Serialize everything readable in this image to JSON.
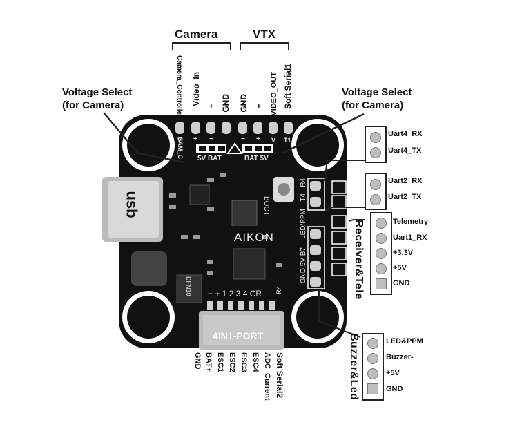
{
  "top_groups": {
    "camera": "Camera",
    "vtx": "VTX"
  },
  "camera_pins": [
    "Camera_Controller",
    "Video_In",
    "+",
    "GND"
  ],
  "vtx_pins": [
    "GND",
    "+",
    "VIDEO_OUT",
    "Soft Serial1"
  ],
  "voltage_select_left": [
    "Voltage Select",
    "(for Camera)"
  ],
  "voltage_select_right": [
    "Voltage Select",
    "(for Camera)"
  ],
  "board": {
    "name": "AIKON",
    "usb": "usb",
    "boot": "BOOT",
    "dfn": "DFN10",
    "port": "4IN1-PORT",
    "cam_c": "CAM_C",
    "top_pad_marks": [
      "V",
      "+",
      "−",
      "−",
      "+",
      "V",
      "T1"
    ],
    "left_select": "5V BAT",
    "right_select": "BAT 5V",
    "esc_row": "− + 1 2 3 4 CR",
    "r4": "R4",
    "side_r4": "R4",
    "side_t4": "T4",
    "side_ppm": "LED/PPM",
    "side_b7": "GND 5V B7"
  },
  "uart4": [
    "Uart4_RX",
    "Uart4_TX"
  ],
  "uart2": [
    "Uart2_RX",
    "Uart2_TX"
  ],
  "receiver": {
    "title": "Receiver&Tele",
    "pins": [
      "Telemetry",
      "Uart1_RX",
      "+3.3V",
      "+5V",
      "GND"
    ]
  },
  "buzzer": {
    "title": "Buzzer&Led",
    "pins": [
      "LED&PPM",
      "Buzzer-",
      "+5V",
      "GND"
    ]
  },
  "bottom_pins": [
    "GND",
    "BAT+",
    "ESC1",
    "ESC2",
    "ESC3",
    "ESC4",
    "ADC_Current",
    "Soft Serial2"
  ],
  "colors": {
    "board": "#111111",
    "pad": "#cfcfcf",
    "pin_fill": "#bdbdbd",
    "line": "#222222"
  }
}
